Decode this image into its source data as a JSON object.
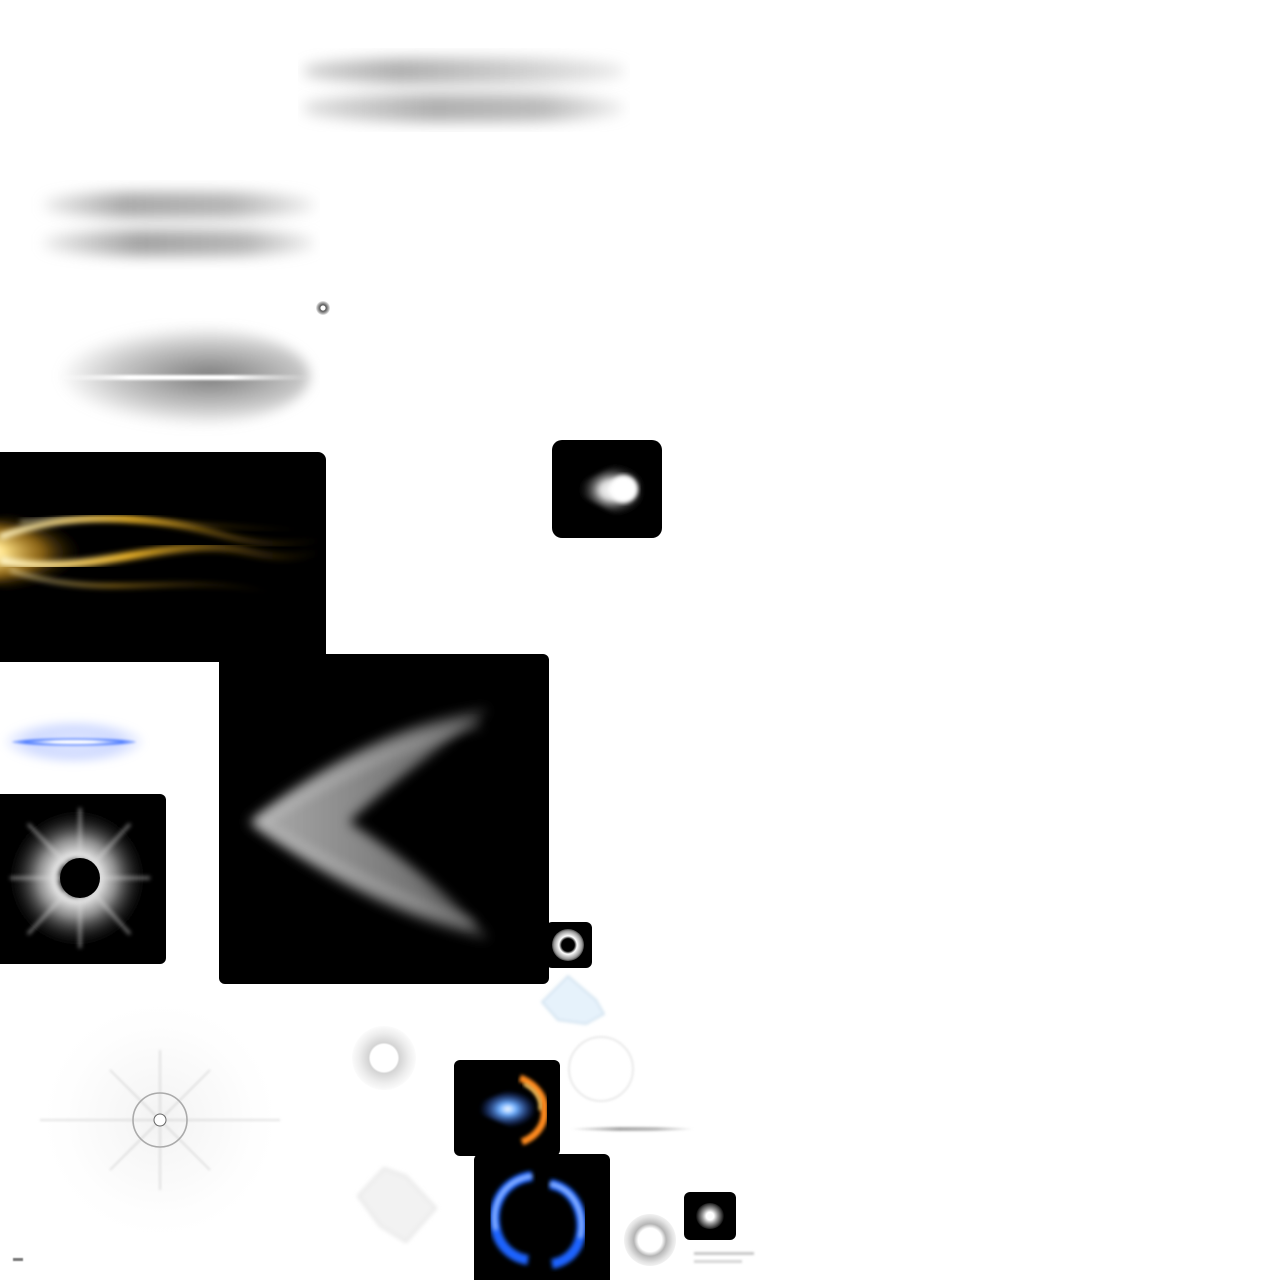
{
  "atlas": {
    "background": "#ffffff",
    "tile_color": "#000000",
    "sprites": [
      {
        "name": "smoke-streak-top"
      },
      {
        "name": "smoke-streak-left"
      },
      {
        "name": "smoke-cloud"
      },
      {
        "name": "glow-dot"
      },
      {
        "name": "golden-flame-streak",
        "colors": [
          "#ffd24a",
          "#c98a14"
        ]
      },
      {
        "name": "white-fireball"
      },
      {
        "name": "grey-chevron-wave"
      },
      {
        "name": "blue-lens-flash",
        "color": "#4f7dff"
      },
      {
        "name": "radial-burst-ring"
      },
      {
        "name": "small-ring"
      },
      {
        "name": "ice-shard"
      },
      {
        "name": "star-flare"
      },
      {
        "name": "white-orb"
      },
      {
        "name": "faint-ring"
      },
      {
        "name": "blue-orange-fireball",
        "colors": [
          "#2f7dff",
          "#ff8a1c"
        ]
      },
      {
        "name": "thin-streak-line"
      },
      {
        "name": "blue-swirl",
        "color": "#1f63ff"
      },
      {
        "name": "white-shard-fragment"
      },
      {
        "name": "grey-ring"
      },
      {
        "name": "tiny-star-tile"
      },
      {
        "name": "faint-text-smudge"
      },
      {
        "name": "corner-speck"
      }
    ]
  }
}
